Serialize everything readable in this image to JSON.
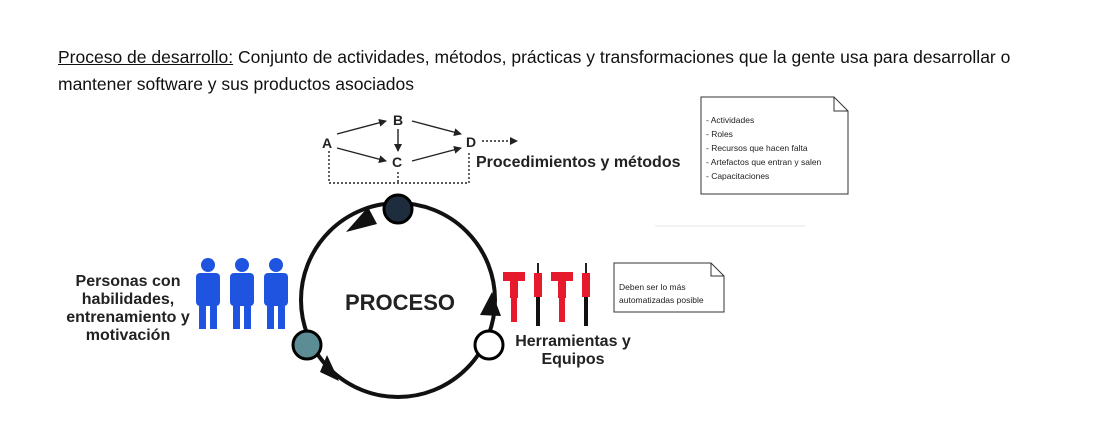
{
  "definition": {
    "term": "Proceso de desarrollo:",
    "text": " Conjunto de actividades, métodos, prácticas y transformaciones que la gente usa para desarrollar o mantener software y sus productos asociados"
  },
  "flow_nodes": [
    "A",
    "B",
    "C",
    "D"
  ],
  "procedures_label": "Procedimientos y métodos",
  "procedures_note": [
    "- Actividades",
    "- Roles",
    "- Recursos que hacen falta",
    "- Artefactos que entran y salen",
    "- Capacitaciones"
  ],
  "process_label": "PROCESO",
  "people_label": [
    "Personas con",
    "habilidades,",
    "entrenamiento y",
    "motivación"
  ],
  "tools_label": [
    "Herramientas y",
    "Equipos"
  ],
  "tools_note": [
    "Deben ser lo más",
    "automatizadas posible"
  ],
  "colors": {
    "people": "#1f54e0",
    "tools_red": "#e51a2c",
    "node_top": "#1e2d3d",
    "node_left": "#5d8d94",
    "node_right": "#ffffff"
  }
}
